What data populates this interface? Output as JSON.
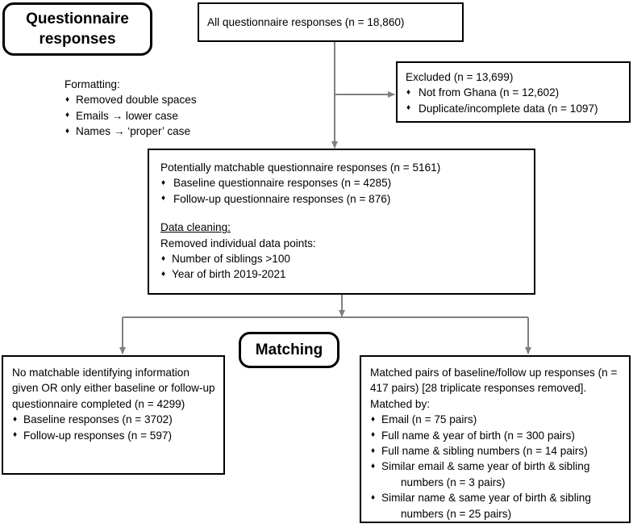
{
  "diagram": {
    "title": "Questionnaire responses matching flow",
    "type": "flowchart"
  },
  "nodes": {
    "start": {
      "label_line1": "Questionnaire",
      "label_line2": "responses"
    },
    "formatting_note": {
      "title": "Formatting:",
      "items": [
        "Removed double spaces",
        "Emails → lower case",
        "Names → ‘proper’ case"
      ]
    },
    "all_responses": {
      "text": "All questionnaire responses (n = 18,860)"
    },
    "excluded": {
      "title": "Excluded (n = 13,699)",
      "items": [
        "Not from Ghana (n = 12,602)",
        "Duplicate/incomplete data (n = 1097)"
      ]
    },
    "matchable": {
      "title": "Potentially matchable questionnaire responses (n = 5161)",
      "items": [
        "Baseline questionnaire responses (n = 4285)",
        "Follow-up questionnaire responses (n = 876)"
      ],
      "subheading": "Data cleaning:",
      "subtitle": "Removed individual data points:",
      "cleaning_items": [
        "Number of siblings >100",
        "Year of birth 2019-2021"
      ]
    },
    "matching": {
      "label": "Matching"
    },
    "unmatched": {
      "paragraph": "No matchable identifying information given OR only either baseline or follow-up questionnaire completed (n = 4299)",
      "items": [
        "Baseline responses (n = 3702)",
        "Follow-up responses (n = 597)"
      ]
    },
    "matched": {
      "paragraph": "Matched pairs of baseline/follow up responses (n = 417 pairs) [28 triplicate responses removed]. Matched by:",
      "items": [
        "Email (n = 75 pairs)",
        "Full name & year of birth (n = 300 pairs)",
        "Full name & sibling numbers (n = 14 pairs)"
      ],
      "items_wrapped": [
        {
          "line1": "Similar email & same year of birth & sibling",
          "line2": "numbers (n = 3 pairs)"
        },
        {
          "line1": "Similar name & same year of birth & sibling",
          "line2": "numbers (n = 25 pairs)"
        }
      ]
    }
  },
  "chart_data": {
    "type": "table",
    "title": "Questionnaire response matching flow counts",
    "categories": [
      "All questionnaire responses",
      "Excluded total",
      "Excluded: Not from Ghana",
      "Excluded: Duplicate/incomplete data",
      "Potentially matchable responses",
      "Baseline questionnaire responses",
      "Follow-up questionnaire responses",
      "No matchable identifying information",
      "Unmatched baseline responses",
      "Unmatched follow-up responses",
      "Matched pairs",
      "Triplicate responses removed",
      "Matched by email",
      "Matched by full name & year of birth",
      "Matched by full name & sibling numbers",
      "Matched by similar email & same year of birth & sibling numbers",
      "Matched by similar name & same year of birth & sibling numbers"
    ],
    "values": [
      18860,
      13699,
      12602,
      1097,
      5161,
      4285,
      876,
      4299,
      3702,
      597,
      417,
      28,
      75,
      300,
      14,
      3,
      25
    ]
  },
  "colors": {
    "border": "#000000",
    "connector": "#808080",
    "background": "#ffffff",
    "text": "#000000"
  }
}
